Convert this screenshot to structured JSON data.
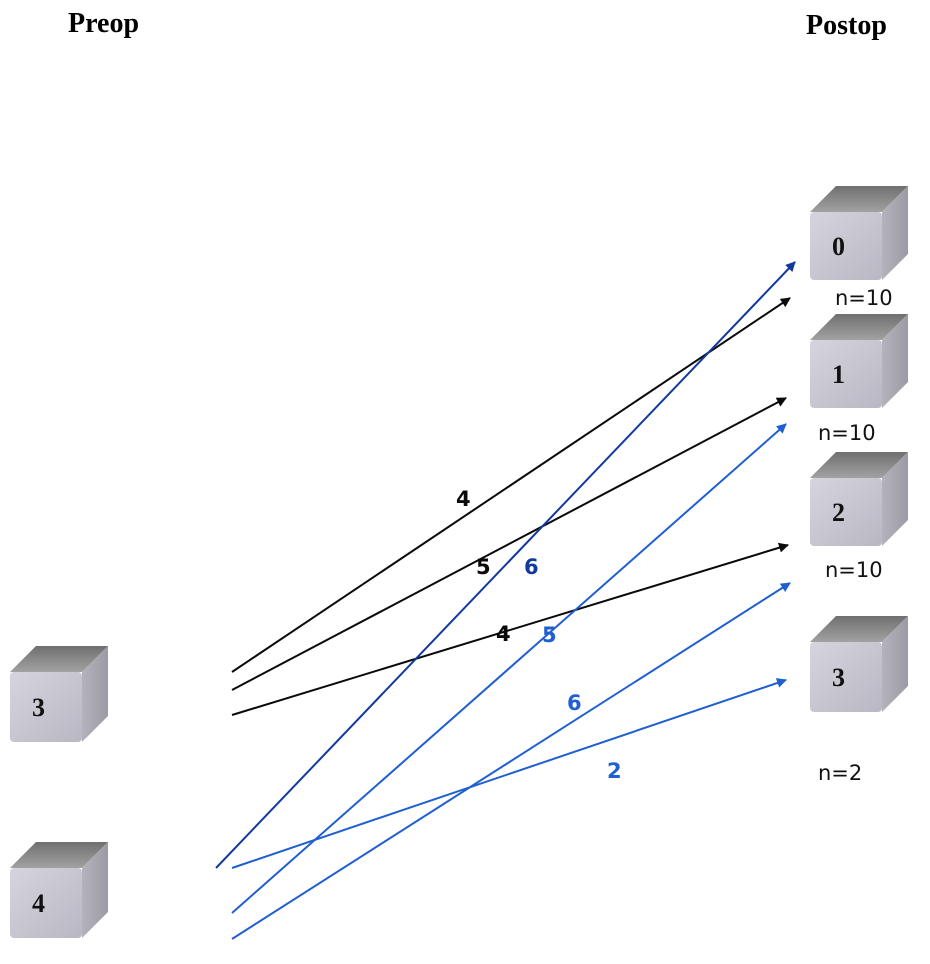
{
  "titles": {
    "preop": "Preop",
    "postop": "Postop"
  },
  "colors": {
    "black_flow": "#0a0a0a",
    "blue_flow": "#1f5fd1",
    "dark_blue_flow": "#123a9e",
    "cube_front": "#c9c7d2",
    "cube_top": "#8d8d8d",
    "cube_side": "#a9a7b0"
  },
  "preop_boxes": [
    {
      "id": "3",
      "label": "3"
    },
    {
      "id": "4",
      "label": "4"
    }
  ],
  "postop_boxes": [
    {
      "id": "0",
      "label": "0",
      "count": "n=10"
    },
    {
      "id": "1",
      "label": "1",
      "count": "n=10"
    },
    {
      "id": "2",
      "label": "2",
      "count": "n=10"
    },
    {
      "id": "3",
      "label": "3",
      "count": "n=2"
    }
  ],
  "flows": [
    {
      "from": "3",
      "to": "0",
      "value": "4",
      "color": "black"
    },
    {
      "from": "3",
      "to": "1",
      "value": "5",
      "color": "black"
    },
    {
      "from": "3",
      "to": "2",
      "value": "4",
      "color": "black"
    },
    {
      "from": "4",
      "to": "0",
      "value": "6",
      "color": "dark_blue"
    },
    {
      "from": "4",
      "to": "1",
      "value": "5",
      "color": "blue"
    },
    {
      "from": "4",
      "to": "2",
      "value": "6",
      "color": "blue"
    },
    {
      "from": "4",
      "to": "3",
      "value": "2",
      "color": "blue"
    }
  ]
}
